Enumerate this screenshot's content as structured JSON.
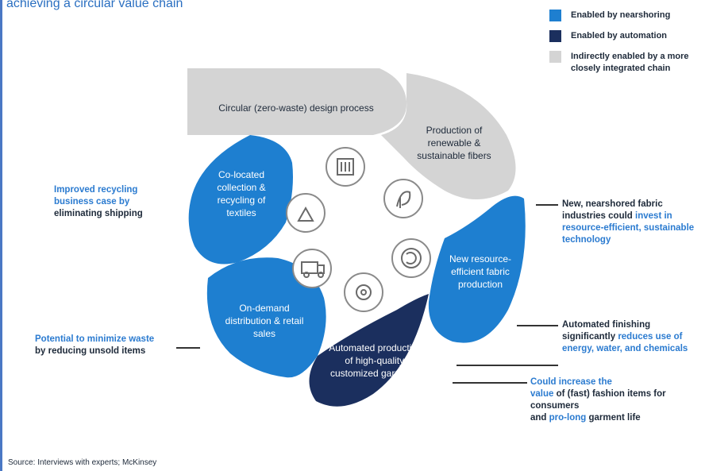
{
  "title": "achieving a circular value chain",
  "legend": [
    {
      "label": "Enabled by nearshoring",
      "color": "#1e7fd0"
    },
    {
      "label": "Enabled by automation",
      "color": "#1b2f5e"
    },
    {
      "label": "Indirectly enabled by a more closely integrated chain",
      "color": "#d4d4d4"
    }
  ],
  "segments": {
    "design": "Circular (zero-waste) design process",
    "fibers": "Production of renewable & sustainable fibers",
    "fabric": "New resource-efficient fabric production",
    "garments": "Automated production of high-quality, customized garments",
    "distribution": "On-demand distribution & retail sales",
    "collection": "Co-located collection & recycling of textiles"
  },
  "icons": [
    "trash-can-icon",
    "recycle-icon",
    "leaf-hand-icon",
    "truck-icon",
    "gear-icon",
    "circular-arrows-icon"
  ],
  "notes": {
    "recycling": {
      "hl": "Improved recycling business case by",
      "dk": "eliminating shipping"
    },
    "waste": {
      "hl": "Potential to minimize waste",
      "dk": "by reducing unsold items"
    },
    "fabric": {
      "dk": "New, nearshored fabric industries could",
      "hl": "invest in resource-efficient, sustainable technology"
    },
    "finishing": {
      "dk1": "Automated finishing significantly",
      "hl1": "reduces",
      "hl2": "use of energy, water, and chemicals"
    },
    "value": {
      "hl1": "Could increase the",
      "hl2": "value",
      "dk1": "of (fast) fashion items for consumers",
      "dk2": "and",
      "hl3": "pro-long",
      "dk3": "garment life"
    }
  },
  "source": "Source: Interviews with experts; McKinsey"
}
